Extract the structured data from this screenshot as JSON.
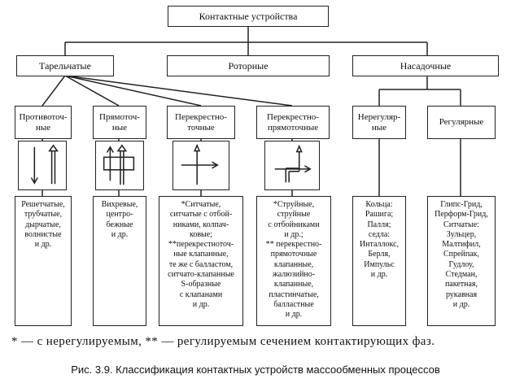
{
  "title": "Контактные устройства",
  "groups": {
    "plate": "Тарельчатые",
    "rotary": "Роторные",
    "packed": "Насадочные"
  },
  "columns": [
    {
      "label": [
        "Противоточ-",
        "ные"
      ],
      "desc": [
        "Решетчатые,",
        "трубчатые,",
        "дырчатые,",
        "волнистые",
        "и др."
      ]
    },
    {
      "label": [
        "Прямоточ-",
        "ные"
      ],
      "desc": [
        "Вихревые,",
        "центро-",
        "бежные",
        "и др."
      ]
    },
    {
      "label": [
        "Перекрестно-",
        "точные"
      ],
      "desc": [
        "*Ситчатые,",
        "ситчатые с отбой-",
        "никами, колпач-",
        "ковые;",
        "**перекрестноточ-",
        "ные клапанные,",
        "те же с балластом,",
        "ситчато-клапанные",
        "S-образные",
        "с клапанами",
        "и др."
      ]
    },
    {
      "label": [
        "Перекрестно-",
        "прямоточные"
      ],
      "desc": [
        "*Струйные,",
        "струйные",
        "с отбойниками",
        "и др.;",
        "** перекрестно-",
        "прямоточные",
        "клапанные,",
        "жалюзийно-",
        "клапанные,",
        "пластинчатые,",
        "балластные",
        "и др."
      ]
    },
    {
      "label": [
        "Нерегуляр-",
        "ные"
      ],
      "desc": [
        "Кольца:",
        "Рашига;",
        "Палля;",
        "седла:",
        "Инталлокс,",
        "Берля,",
        "Импульс",
        "и др."
      ]
    },
    {
      "label": [
        "Регулярные"
      ],
      "desc": [
        "Глипс-Грид,",
        "Перформ-Грид,",
        "Ситчатые:",
        "Зульцер,",
        "Малтифил,",
        "Спрейпак,",
        "Гудлоу,",
        "Стедман,",
        "пакетная,",
        "рукавная",
        "и др."
      ]
    }
  ],
  "footnote": "* — с нерегулируемым, ** — регулируемым сечением контактирующих фаз.",
  "caption": "Рис. 3.9. Классификация контактных устройств массообменных процессов"
}
